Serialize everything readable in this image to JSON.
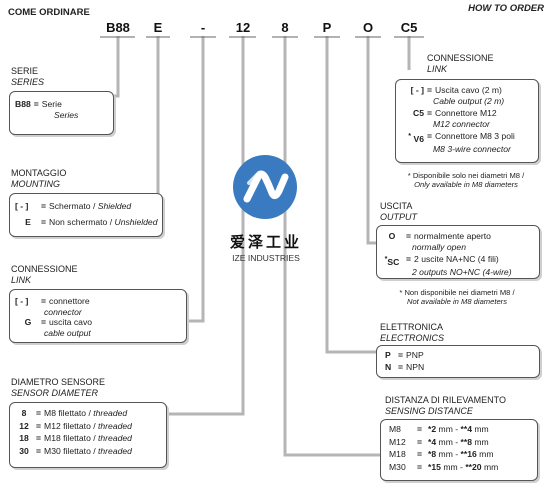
{
  "header": {
    "left": "COME ORDINARE",
    "right": "HOW TO ORDER"
  },
  "codes": [
    "B88",
    "E",
    "-",
    "12",
    "8",
    "P",
    "O",
    "C5"
  ],
  "logo": {
    "name": "爱泽工业",
    "sub": "IZE INDUSTRIES",
    "color": "#3a7ac0"
  },
  "serie": {
    "title": "SERIE",
    "title_en": "SERIES",
    "key": "B88",
    "eq": "=",
    "val": "Serie",
    "val_en": "Series"
  },
  "montaggio": {
    "title": "MONTAGGIO",
    "title_en": "MOUNTING",
    "rows": [
      {
        "key": "[ - ]",
        "val": "Schermato /",
        "val_en": "Shielded"
      },
      {
        "key": "E",
        "val": "Non schermato /",
        "val_en": "Unshielded"
      }
    ]
  },
  "connessione_left": {
    "title": "CONNESSIONE",
    "title_en": "LINK",
    "rows": [
      {
        "key": "[ - ]",
        "val": "connettore",
        "val_en": "connector"
      },
      {
        "key": "G",
        "val": "uscita cavo",
        "val_en": "cable output"
      }
    ]
  },
  "diametro": {
    "title": "DIAMETRO SENSORE",
    "title_en": "SENSOR DIAMETER",
    "rows": [
      {
        "key": "8",
        "val": "M8 filettato /",
        "val_en": "threaded"
      },
      {
        "key": "12",
        "val": "M12 filettato /",
        "val_en": "threaded"
      },
      {
        "key": "18",
        "val": "M18 filettato /",
        "val_en": "threaded"
      },
      {
        "key": "30",
        "val": "M30 filettato /",
        "val_en": "threaded"
      }
    ]
  },
  "connessione_right": {
    "title": "CONNESSIONE",
    "title_en": "LINK",
    "rows": [
      {
        "key": "[ - ]",
        "val": "Uscita cavo (2 m)",
        "val_en": "Cable output (2 m)"
      },
      {
        "key": "C5",
        "val": "Connettore M12",
        "val_en": "M12 connector"
      },
      {
        "key": "V6",
        "star": "*",
        "val": "Connettore M8 3 poli",
        "val_en": "M8 3-wire connector"
      }
    ],
    "note": "* Disponibile solo nei diametri M8 /",
    "note_en": "Only available in M8 diameters"
  },
  "uscita": {
    "title": "USCITA",
    "title_en": "OUTPUT",
    "rows": [
      {
        "key": "O",
        "val": "normalmente aperto",
        "val_en": "normally open"
      },
      {
        "key": "SC",
        "star": "*",
        "val": "2 uscite NA+NC (4 fili)",
        "val_en": "2 outputs NO+NC (4-wire)"
      }
    ],
    "note": "* Non disponibile nei diametri M8 /",
    "note_en": "Not available in M8 diameters"
  },
  "elettronica": {
    "title": "ELETTRONICA",
    "title_en": "ELECTRONICS",
    "rows": [
      {
        "key": "P",
        "val": "PNP"
      },
      {
        "key": "N",
        "val": "NPN"
      }
    ]
  },
  "distanza": {
    "title": "DISTANZA DI RILEVAMENTO",
    "title_en": "SENSING DISTANCE",
    "rows": [
      {
        "key": "M8",
        "a": "*2",
        "b": "**4"
      },
      {
        "key": "M12",
        "a": "*4",
        "b": "**8"
      },
      {
        "key": "M18",
        "a": "*8",
        "b": "**16"
      },
      {
        "key": "M30",
        "a": "*15",
        "b": "**20"
      }
    ],
    "unit": "mm",
    "sep": "-"
  }
}
